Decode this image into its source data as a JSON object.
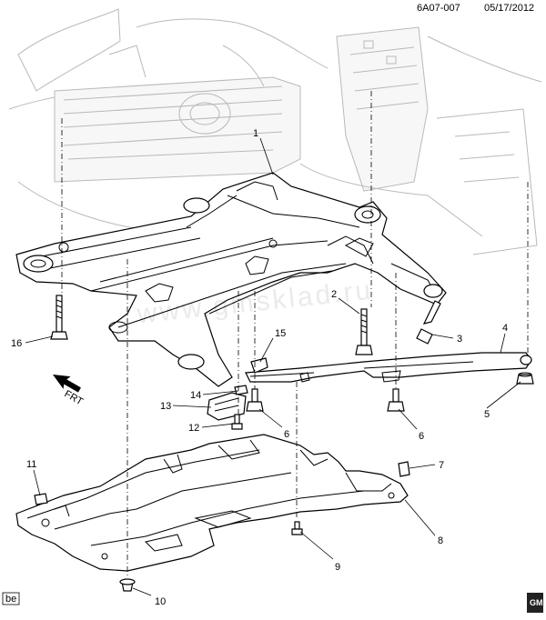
{
  "header": {
    "drawing_code": "6A07-007",
    "date": "05/17/2012"
  },
  "callouts": [
    {
      "id": "c1",
      "label": "1"
    },
    {
      "id": "c2",
      "label": "2"
    },
    {
      "id": "c3",
      "label": "3"
    },
    {
      "id": "c4",
      "label": "4"
    },
    {
      "id": "c5",
      "label": "5"
    },
    {
      "id": "c6a",
      "label": "6"
    },
    {
      "id": "c6b",
      "label": "6"
    },
    {
      "id": "c7",
      "label": "7"
    },
    {
      "id": "c8",
      "label": "8"
    },
    {
      "id": "c9",
      "label": "9"
    },
    {
      "id": "c10",
      "label": "10"
    },
    {
      "id": "c11",
      "label": "11"
    },
    {
      "id": "c12",
      "label": "12"
    },
    {
      "id": "c13",
      "label": "13"
    },
    {
      "id": "c14",
      "label": "14"
    },
    {
      "id": "c15",
      "label": "15"
    },
    {
      "id": "c16",
      "label": "16"
    }
  ],
  "orientation_arrow": {
    "label": "FRT"
  },
  "watermark": {
    "text": "www.gmsklad.ru"
  },
  "footer": {
    "tag": "be",
    "brand_badge": "GM"
  }
}
